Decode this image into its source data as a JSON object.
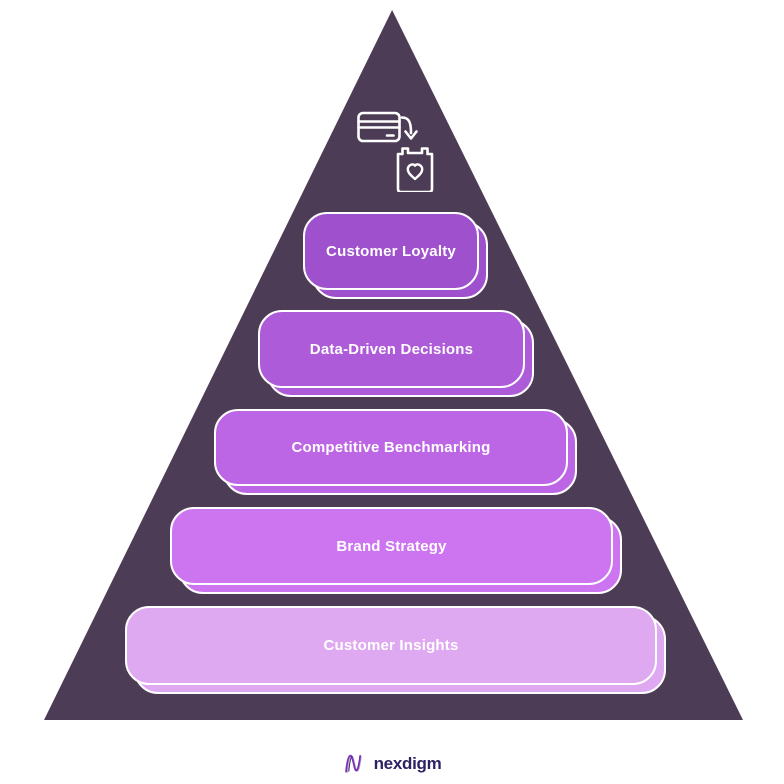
{
  "diagram": {
    "type": "pyramid",
    "triangle_color": "#4c3c55",
    "label_color": "#ffffff",
    "top_icon": "credit-card-to-loyalty-bag-icon",
    "levels": [
      {
        "label": "Customer Loyalty",
        "color": "#9f50cd"
      },
      {
        "label": "Data-Driven Decisions",
        "color": "#ae5bd9"
      },
      {
        "label": "Competitive Benchmarking",
        "color": "#bd66e5"
      },
      {
        "label": "Brand Strategy",
        "color": "#cd74f0"
      },
      {
        "label": "Customer Insights",
        "color": "#dfa9f2"
      }
    ]
  },
  "footer": {
    "brand": "nexdigm",
    "brand_text_color": "#2d2263",
    "brand_mark_color": "#7b2eb3"
  }
}
